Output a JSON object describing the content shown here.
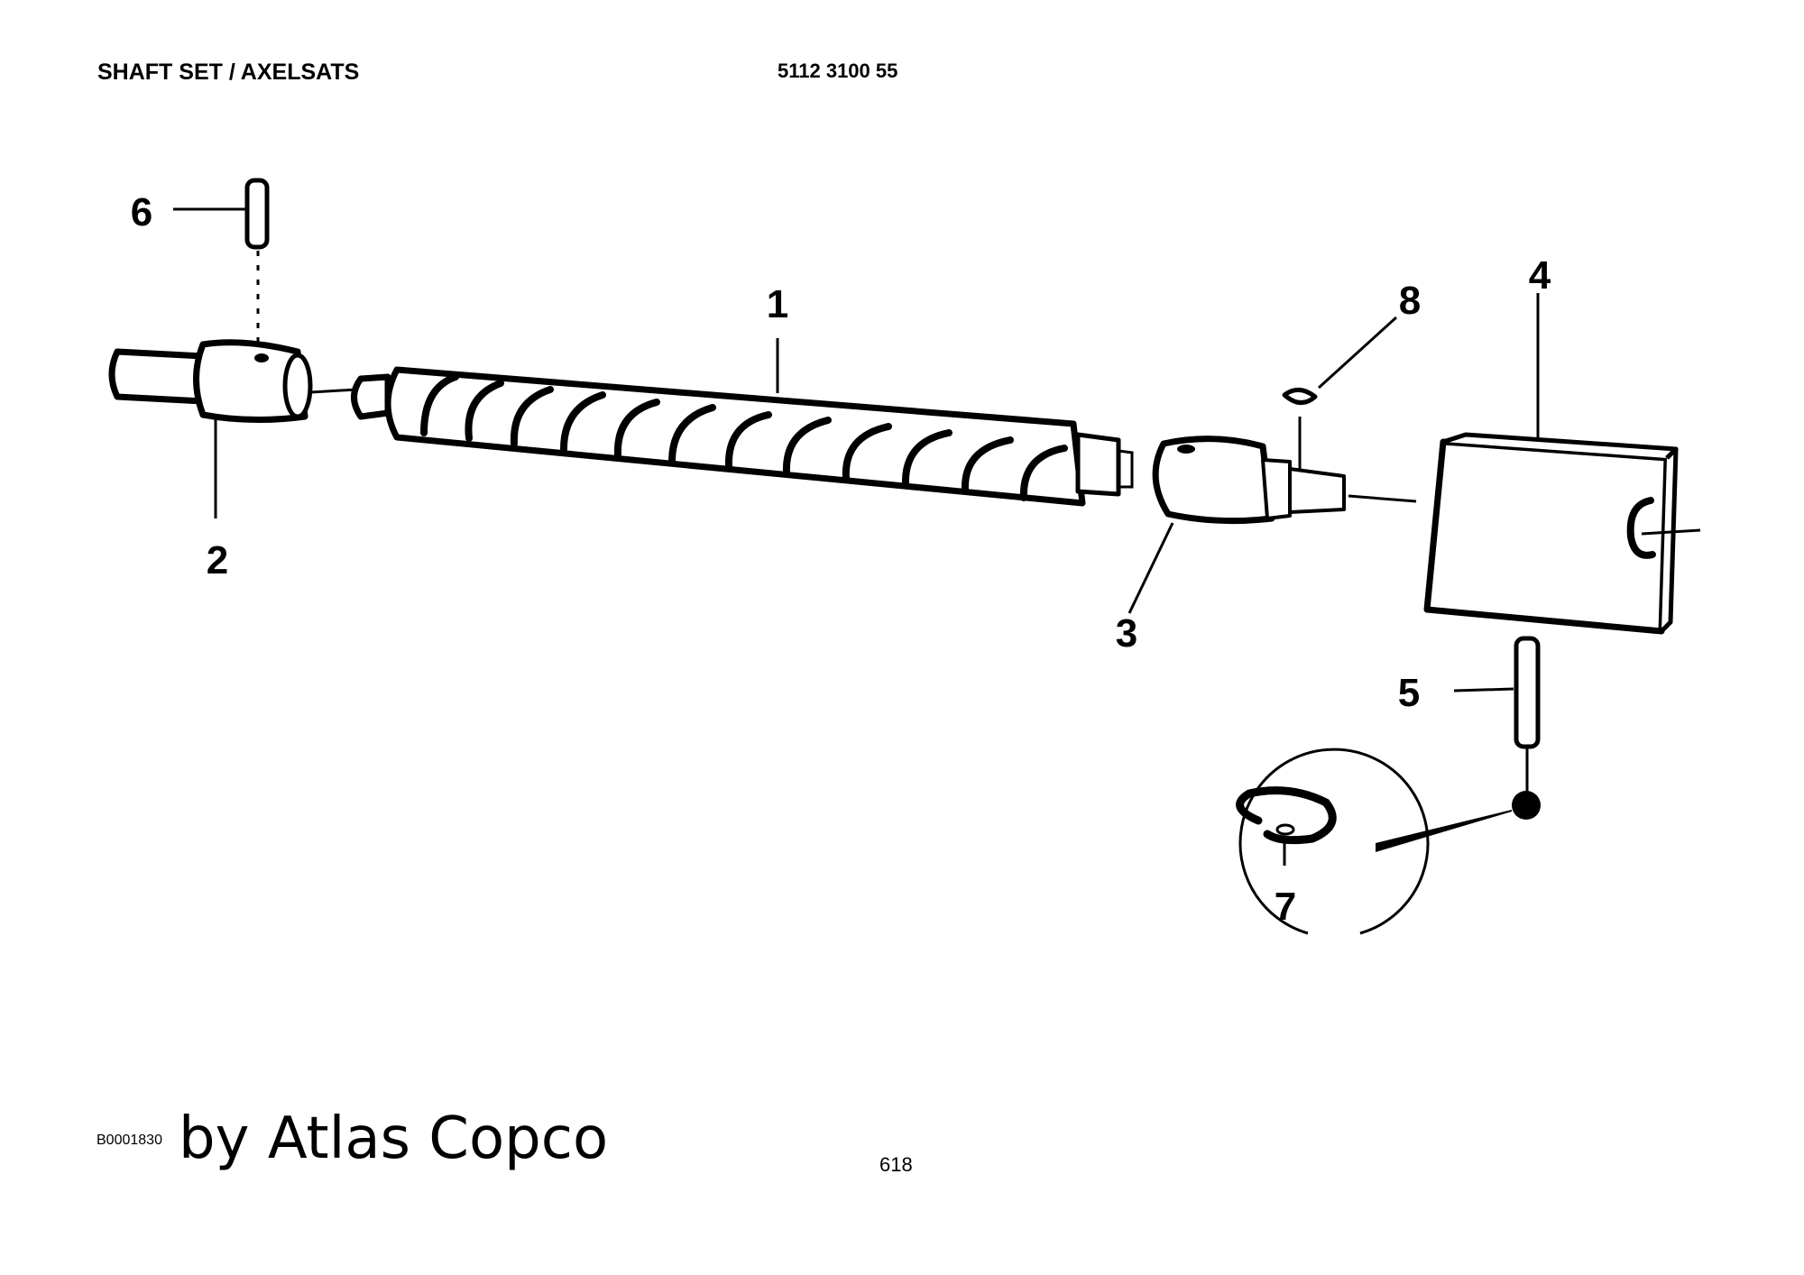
{
  "header": {
    "title": "SHAFT SET / AXELSATS",
    "part_number": "5112 3100 55"
  },
  "callouts": [
    "1",
    "2",
    "3",
    "4",
    "5",
    "6",
    "7",
    "8"
  ],
  "footer": {
    "drawing_ref": "B0001830",
    "credit": "by Atlas Copco",
    "page_number": "618"
  }
}
